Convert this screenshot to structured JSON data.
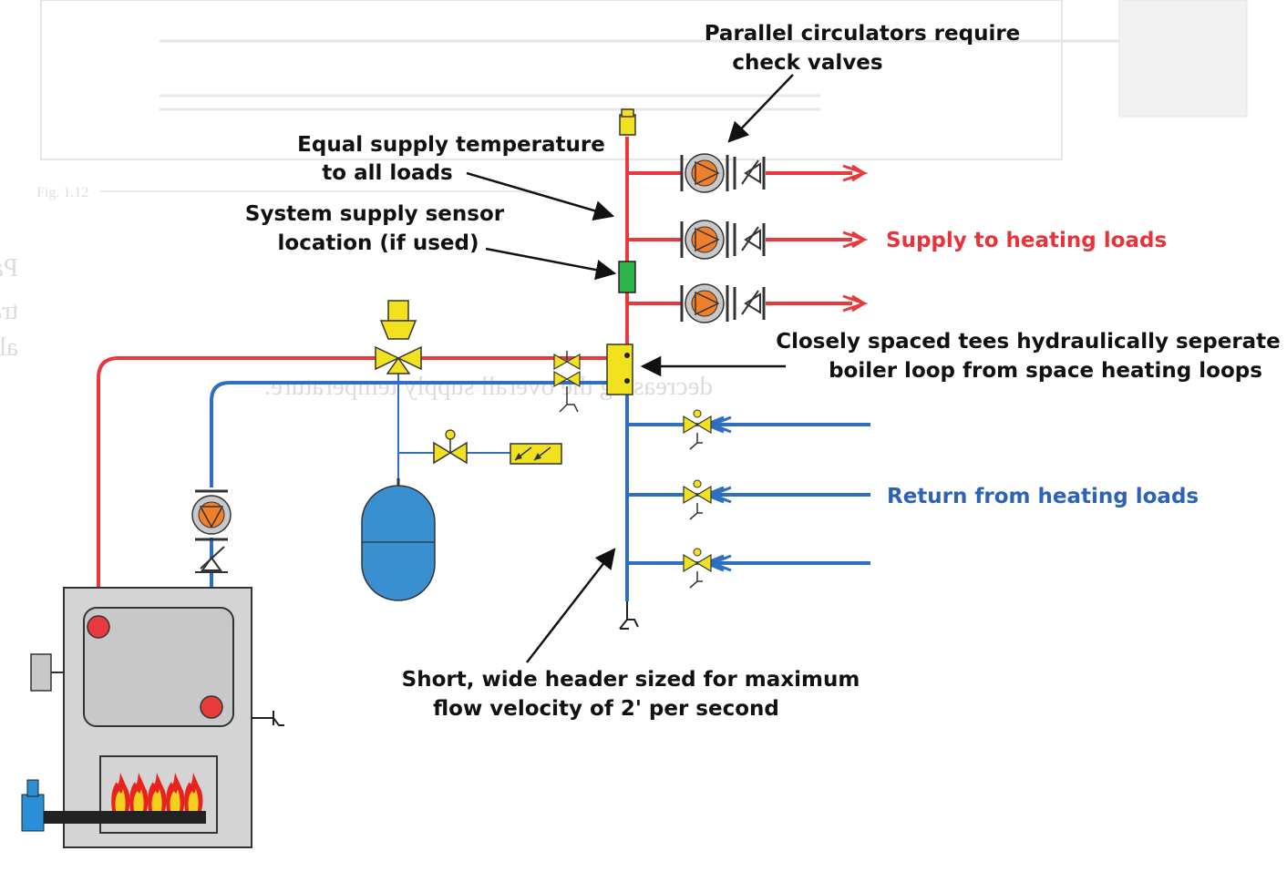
{
  "colors": {
    "supply": "#e8393c",
    "return": "#2f6fc2",
    "annotation": "#111111",
    "supply_label": "#e8333a",
    "return_label": "#2e62b8",
    "valve_yellow": "#f2e21e",
    "pump_orange": "#f07f2c",
    "tank_blue": "#3a8fd1",
    "boiler_gray": "#d4d4d4",
    "sensor_green": "#2fb34a",
    "ghost_text": "#bdbdbd"
  },
  "annotations": {
    "parallel_circulators_1": "Parallel circulators require",
    "parallel_circulators_2": "check valves",
    "equal_supply_1": "Equal supply temperature",
    "equal_supply_2": "to all loads",
    "sensor_1": "System supply sensor",
    "sensor_2": "location (if used)",
    "tees_1": "Closely spaced tees hydraulically seperate",
    "tees_2": "boiler loop from space heating loops",
    "header_1": "Short, wide header sized for maximum",
    "header_2": "flow velocity of 2' per second",
    "supply_label": "Supply to heating loads",
    "return_label": "Return from heating loads"
  },
  "background_text": {
    "line1": "Parallel Reverse Return Primary\\Secondary allows the user to separate the systems as with",
    "line2": "traditional Primary\\Secondary, however it also raise the water temperature to each secondary",
    "line3": "allowing the return to receive the return from the first system is not mixed with the next",
    "line4": "decreasing the overall supply temperature.",
    "figure_ref": "Fig. 1.12"
  },
  "icons": [
    "boiler-icon",
    "burner-flame-icon",
    "circulator-pump-icon",
    "check-valve-icon",
    "mixing-valve-icon",
    "expansion-tank-icon",
    "fill-valve-icon",
    "backflow-preventer-icon",
    "air-vent-icon",
    "drain-valve-icon",
    "supply-sensor-icon"
  ]
}
